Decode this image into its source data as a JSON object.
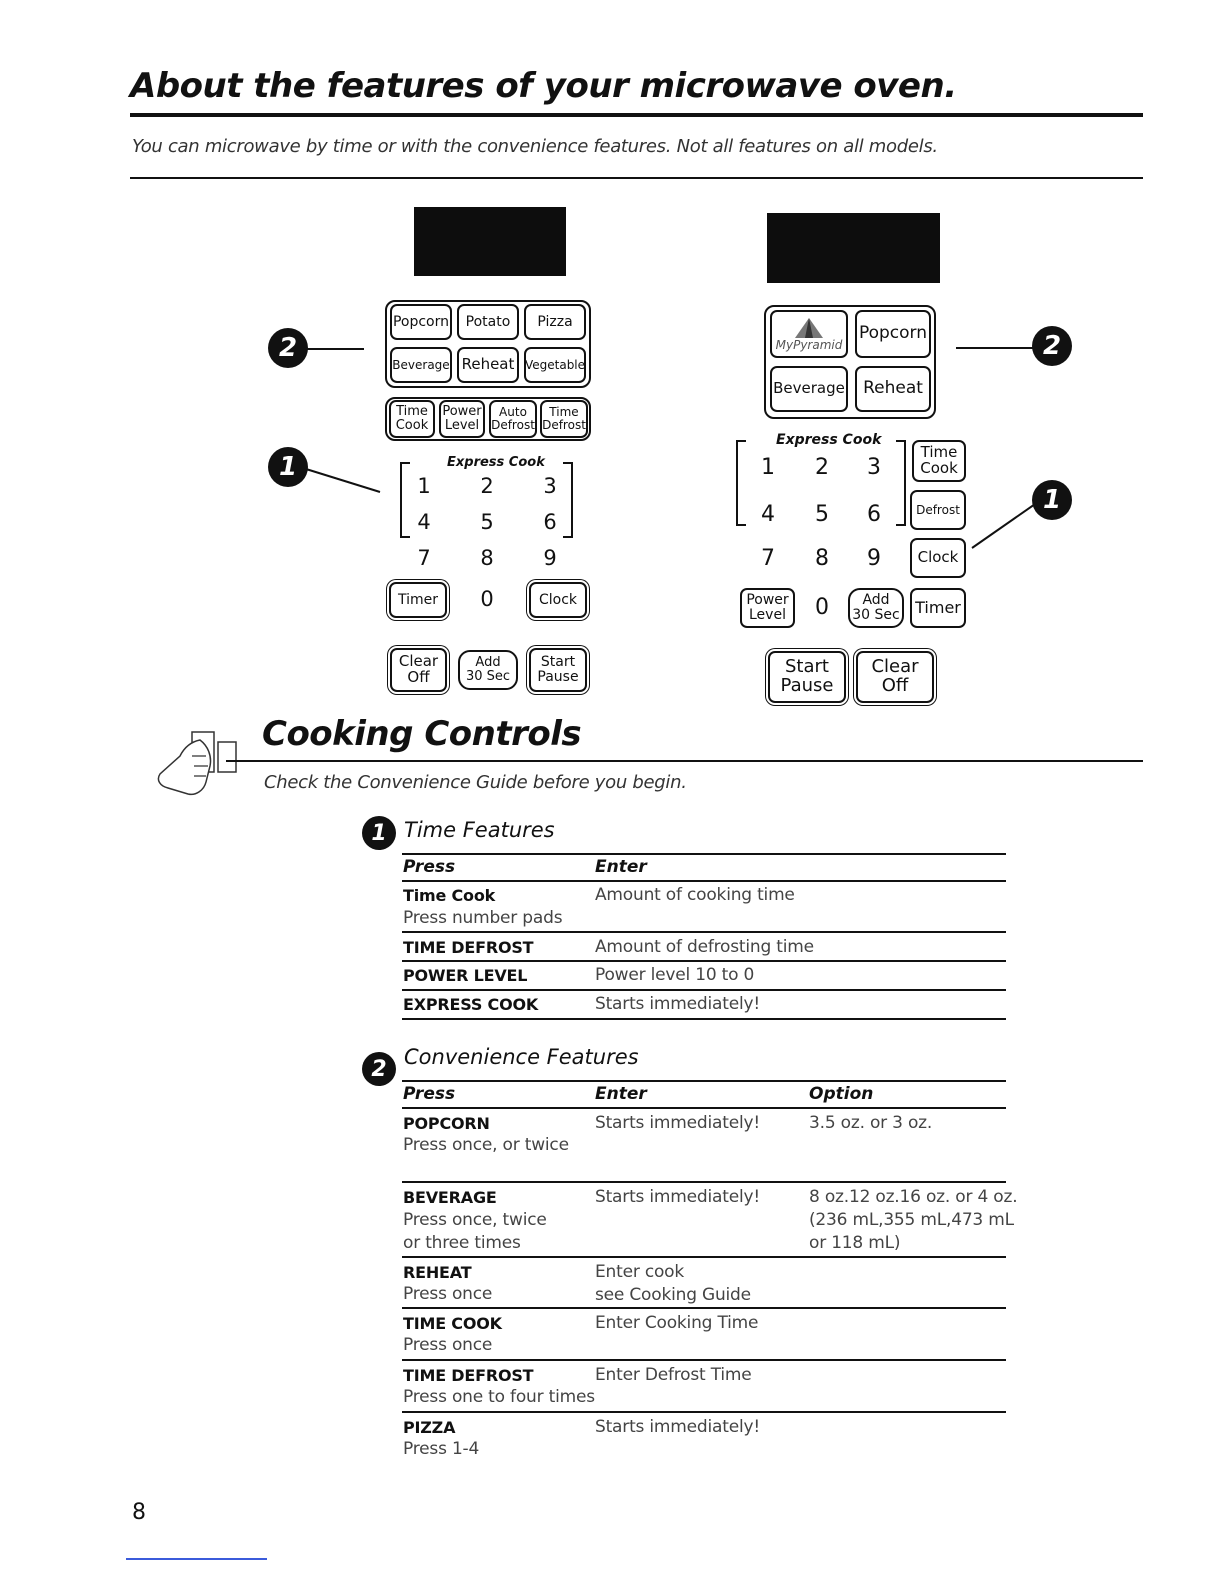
{
  "title": "About the features of your microwave oven.",
  "subtitle": "You can microwave by time or with the convenience features.  Not all features on all models.",
  "left_panel": {
    "top_keys": [
      "Popcorn",
      "Potato",
      "Pizza",
      "Beverage",
      "Reheat",
      "Vegetable"
    ],
    "time_keys": [
      "Time\nCook",
      "Power\nLevel",
      "Auto\nDefrost",
      "Time\nDefrost"
    ],
    "express_label": "Express Cook",
    "numbers": [
      "1",
      "2",
      "3",
      "4",
      "5",
      "6",
      "7",
      "8",
      "9",
      "0"
    ],
    "timer": "Timer",
    "clock": "Clock",
    "clear": "Clear\nOff",
    "add30": "Add\n30 Sec",
    "start": "Start\nPause"
  },
  "right_panel": {
    "mypyramid": "MyPyramid",
    "popcorn": "Popcorn",
    "beverage": "Beverage",
    "reheat": "Reheat",
    "express_label": "Express Cook",
    "numbers": [
      "1",
      "2",
      "3",
      "4",
      "5",
      "6",
      "7",
      "8",
      "9",
      "0"
    ],
    "time_cook": "Time\nCook",
    "defrost": "Defrost",
    "clock": "Clock",
    "power_level": "Power\nLevel",
    "add30": "Add\n30 Sec",
    "timer": "Timer",
    "start": "Start\nPause",
    "clear": "Clear\nOff"
  },
  "callouts": {
    "one": "1",
    "two": "2"
  },
  "section_title": "Cooking Controls",
  "section_subtitle": "Check the Convenience Guide before you begin.",
  "time_features": {
    "title": "Time Features",
    "headers": [
      "Press",
      "Enter"
    ],
    "rows": [
      {
        "press": "Time Cook",
        "press_sub": "Press number pads",
        "enter": "Amount of cooking time"
      },
      {
        "press": "TIME DEFROST",
        "press_sub": "",
        "enter": "Amount of defrosting time"
      },
      {
        "press": "POWER LEVEL",
        "press_sub": "",
        "enter": "Power level 10 to 0"
      },
      {
        "press": "EXPRESS COOK",
        "press_sub": "",
        "enter": "Starts immediately!"
      }
    ]
  },
  "convenience_features": {
    "title": "Convenience Features",
    "headers": [
      "Press",
      "Enter",
      "Option"
    ],
    "rows": [
      {
        "press": "POPCORN",
        "press_sub": "Press once, or twice",
        "enter": "Starts immediately!",
        "option": "3.5 oz. or 3 oz."
      },
      {
        "press": "BEVERAGE",
        "press_sub": "Press once, twice\nor three times",
        "enter": "Starts immediately!",
        "option": "8 oz.12 oz.16 oz. or 4 oz.\n(236 mL,355 mL,473 mL\nor 118 mL)"
      },
      {
        "press": "REHEAT",
        "press_sub": "Press once",
        "enter": "Enter cook\nsee Cooking Guide",
        "option": ""
      },
      {
        "press": "TIME COOK",
        "press_sub": "Press once",
        "enter": "Enter Cooking Time",
        "option": ""
      },
      {
        "press": "TIME DEFROST",
        "press_sub": "Press one to four times",
        "enter": "Enter Defrost Time",
        "option": ""
      },
      {
        "press": "PIZZA",
        "press_sub": "Press 1-4",
        "enter": "Starts immediately!",
        "option": ""
      }
    ]
  },
  "page_number": "8"
}
